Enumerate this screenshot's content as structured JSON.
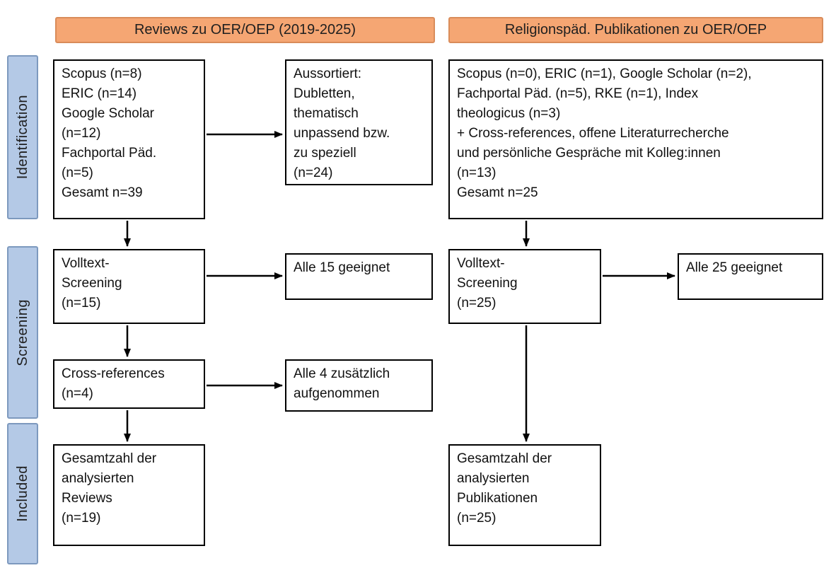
{
  "diagram": {
    "headers": {
      "left": "Reviews zu OER/OEP (2019-2025)",
      "right": "Religionspäd. Publikationen zu OER/OEP"
    },
    "stages": {
      "identification": "Identification",
      "screening": "Screening",
      "included": "Included"
    },
    "left_flow": {
      "sources": "Scopus (n=8)\nERIC (n=14)\nGoogle Scholar\n(n=12)\nFachportal Päd.\n(n=5)\nGesamt n=39",
      "excluded": "Aussortiert:\nDubletten,\nthematisch\nunpassend bzw.\nzu speziell\n(n=24)",
      "fulltext": "Volltext-\nScreening\n(n=15)",
      "fulltext_result": "Alle 15 geeignet",
      "crossref": "Cross-references\n(n=4)",
      "crossref_result": "Alle 4 zusätzlich\naufgenommen",
      "total": "Gesamtzahl der\nanalysierten\nReviews\n(n=19)"
    },
    "right_flow": {
      "sources": "Scopus (n=0), ERIC (n=1), Google Scholar (n=2),\nFachportal Päd. (n=5), RKE (n=1), Index\ntheologicus (n=3)\n+ Cross-references, offene Literaturrecherche\nund persönliche Gespräche mit Kolleg:innen\n(n=13)\nGesamt n=25",
      "fulltext": "Volltext-\nScreening\n(n=25)",
      "fulltext_result": "Alle 25 geeignet",
      "total": "Gesamtzahl der\nanalysierten\nPublikationen\n(n=25)"
    },
    "colors": {
      "header_fill": "#F5A673",
      "header_border": "#D98C5A",
      "stage_fill": "#B4C9E6",
      "stage_border": "#7D99BE",
      "box_border": "#000000"
    }
  }
}
